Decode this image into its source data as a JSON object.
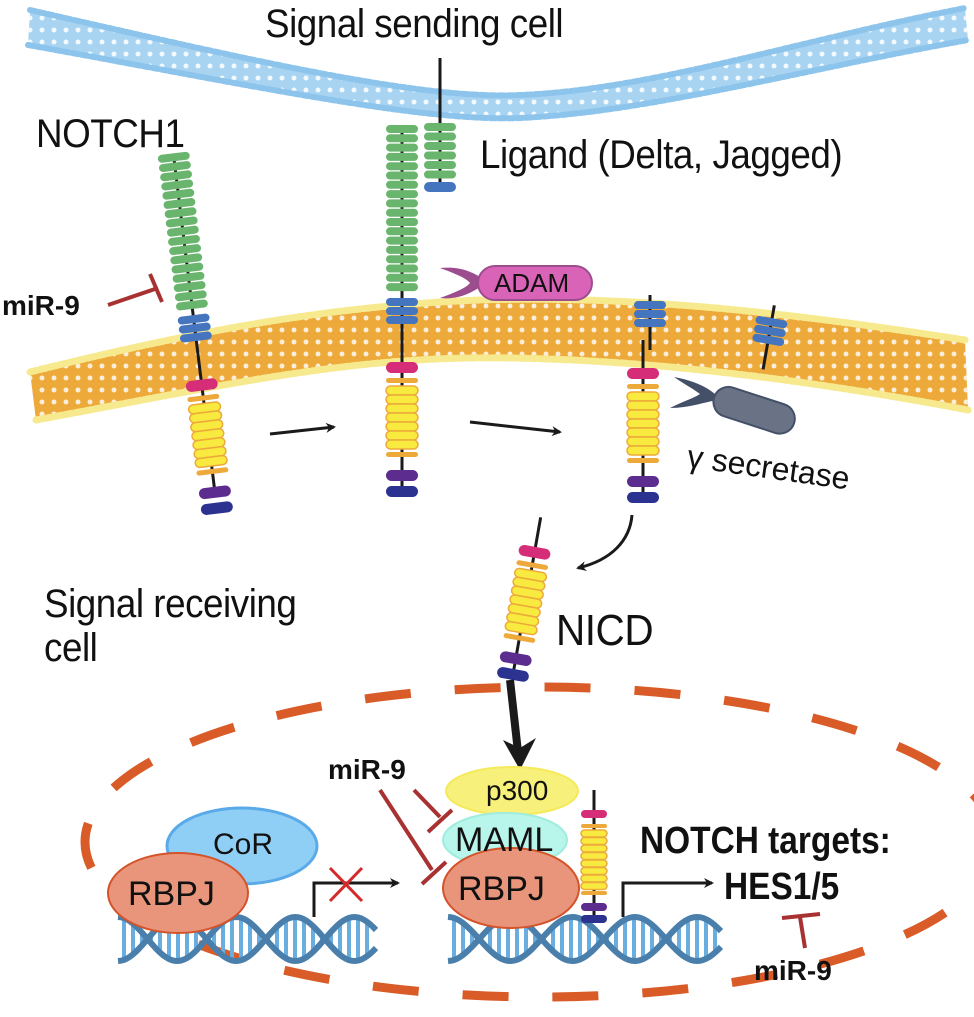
{
  "labels": {
    "signal_sending_cell": "Signal sending cell",
    "notch1": "NOTCH1",
    "ligand": "Ligand (Delta, Jagged)",
    "adam": "ADAM",
    "gamma_secretase": "γ secretase",
    "signal_receiving_cell_line1": "Signal receiving",
    "signal_receiving_cell_line2": "cell",
    "nicd": "NICD",
    "mir9": "miR-9",
    "cor": "CoR",
    "rbpj": "RBPJ",
    "p300": "p300",
    "maml": "MAML",
    "notch_targets_line1": "NOTCH targets:",
    "notch_targets_line2": "HES1/5"
  },
  "colors": {
    "sending_membrane": "#a8d4f2",
    "receiving_membrane_head": "#f7e98e",
    "receiving_membrane_stroke": "#eda93a",
    "egf_repeat": "#6ab56e",
    "nrr": "#4575bf",
    "ram": "#d62d78",
    "ankyrin": "#f8ea3f",
    "ankyrin_border": "#eda93a",
    "tad": "#5c2d8e",
    "pest": "#2c3290",
    "adam": "#d963b6",
    "adam_jaw": "#9c4d8e",
    "gamma_secretase": "#6a7385",
    "gamma_jaw": "#445068",
    "inhibition": "#a83232",
    "nucleus_dash": "#d95b27",
    "cor": "#8fcff5",
    "rbpj": "#e8957b",
    "p300": "#f7f07a",
    "maml": "#b8f5ea",
    "dna": "#4a7fac",
    "dna_rung": "#6aaee0",
    "blocked_x": "#d42a2a"
  }
}
